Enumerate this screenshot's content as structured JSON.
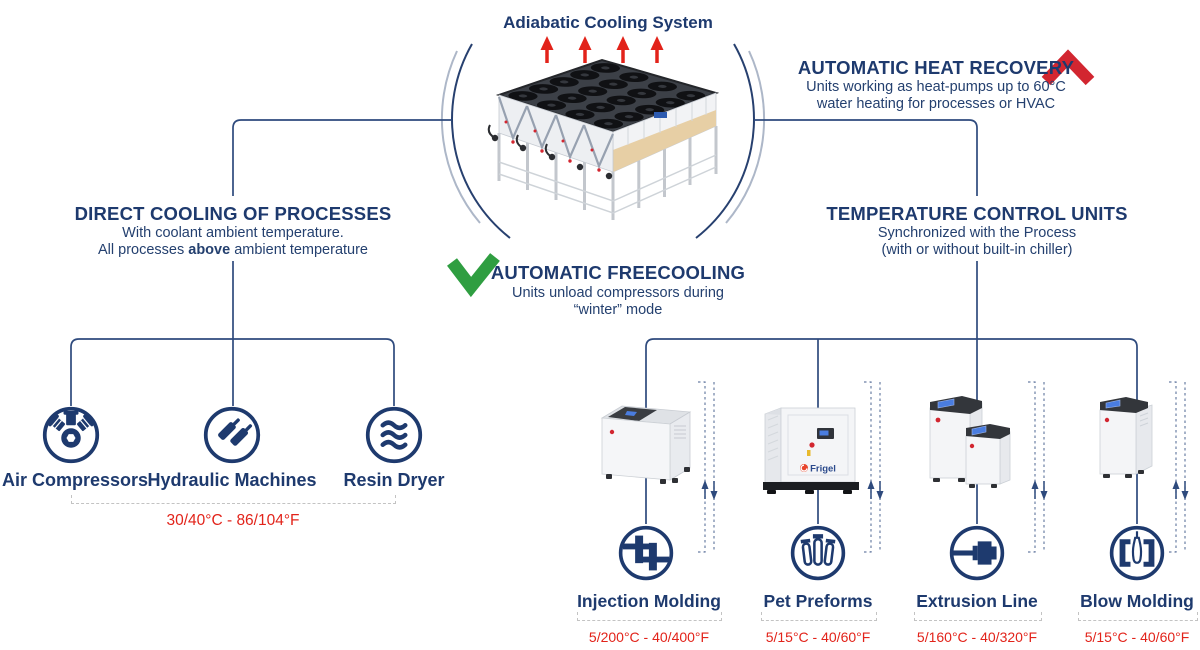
{
  "colors": {
    "navy_text": "#1e3a6e",
    "connector_line": "#2e4a7d",
    "arc_dark": "#27406f",
    "arc_light": "#adb7c8",
    "arrow_red": "#e2231a",
    "chevron_red": "#d22630",
    "check_green": "#2f9e41",
    "temp_red": "#e2231a",
    "bracket_gray": "#c3c3c3"
  },
  "center": {
    "title": "Adiabatic Cooling System",
    "heat_recovery": {
      "title": "AUTOMATIC HEAT RECOVERY",
      "line1": "Units working as heat-pumps up to 60°C",
      "line2": "water heating for processes or HVAC",
      "icon": "up-chevron-red-icon"
    },
    "freecooling": {
      "title": "AUTOMATIC FREECOOLING",
      "line1": "Units unload compressors during",
      "line2": "“winter” mode",
      "icon": "green-check-icon"
    },
    "airflow_icon": "red-up-arrows-icon"
  },
  "left_branch": {
    "title": "DIRECT COOLING OF PROCESSES",
    "line1": "With coolant ambient temperature.",
    "line2_pre": "All processes ",
    "line2_bold": "above",
    "line2_post": " ambient temperature",
    "temp_range": "30/40°C - 86/104°F",
    "processes": [
      {
        "label": "Air Compressors",
        "icon": "air-compressors-icon"
      },
      {
        "label": "Hydraulic Machines",
        "icon": "hydraulic-machines-icon"
      },
      {
        "label": "Resin Dryer",
        "icon": "resin-dryer-icon"
      }
    ]
  },
  "right_branch": {
    "title": "TEMPERATURE CONTROL UNITS",
    "line1": "Synchronized with the Process",
    "line2": "(with or without built-in chiller)",
    "applications": [
      {
        "label": "Injection Molding",
        "temp_range": "5/200°C - 40/400°F",
        "icon": "injection-molding-icon"
      },
      {
        "label": "Pet Preforms",
        "temp_range": "5/15°C - 40/60°F",
        "icon": "pet-preforms-icon"
      },
      {
        "label": "Extrusion Line",
        "temp_range": "5/160°C - 40/320°F",
        "icon": "extrusion-line-icon"
      },
      {
        "label": "Blow Molding",
        "temp_range": "5/15°C - 40/60°F",
        "icon": "blow-molding-icon"
      }
    ]
  },
  "products": {
    "frigel_logo": "Frigel"
  }
}
